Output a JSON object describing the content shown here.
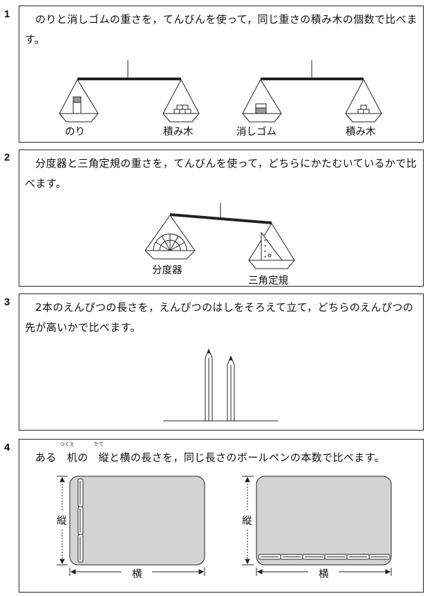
{
  "questions": [
    {
      "number": "1",
      "text": "のりと消しゴムの重さを，てんびんを使って，同じ重さの積み木の個数で比べます。",
      "labels": [
        "のり",
        "積み木",
        "消しゴム",
        "積み木"
      ]
    },
    {
      "number": "2",
      "text": "分度器と三角定規の重さを，てんびんを使って，どちらにかたむいているかで比べます。",
      "labels": [
        "分度器",
        "三角定規"
      ]
    },
    {
      "number": "3",
      "text": "2本のえんぴつの長さを，えんぴつのはしをそろえて立て，どちらのえんぴつの先が高いかで比べます。"
    },
    {
      "number": "4",
      "text_before": "ある",
      "ruby_base_1": "机",
      "ruby_1": "つくえ",
      "text_mid": "の",
      "ruby_base_2": "縦",
      "ruby_2": "たて",
      "text_after": "と横の長さを，同じ長さのボールペンの本数で比べます。",
      "labels": [
        "縦",
        "横",
        "縦",
        "横"
      ]
    }
  ]
}
